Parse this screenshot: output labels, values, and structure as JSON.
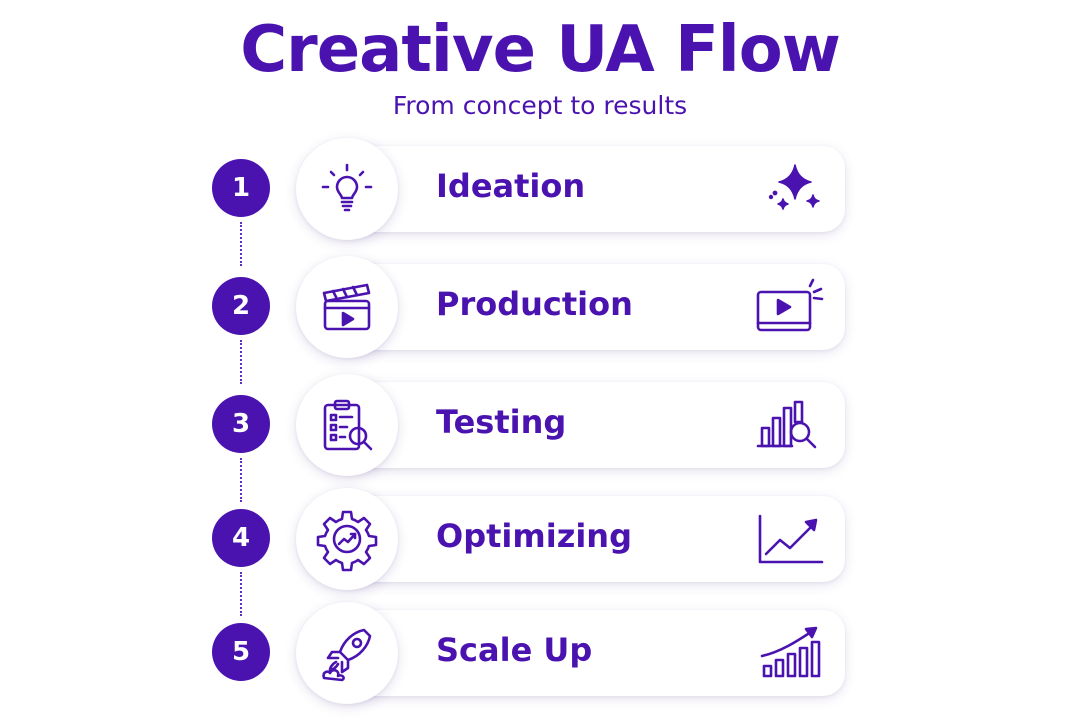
{
  "title": "Creative UA Flow",
  "subtitle": "From concept to results",
  "accent_color": "#4a13b0",
  "steps": [
    {
      "number": "1",
      "label": "Ideation",
      "left_icon": "lightbulb-icon",
      "right_icon": "sparkles-icon"
    },
    {
      "number": "2",
      "label": "Production",
      "left_icon": "clapperboard-icon",
      "right_icon": "video-player-icon"
    },
    {
      "number": "3",
      "label": "Testing",
      "left_icon": "checklist-search-icon",
      "right_icon": "bar-chart-search-icon"
    },
    {
      "number": "4",
      "label": "Optimizing",
      "left_icon": "gear-trend-icon",
      "right_icon": "trend-up-chart-icon"
    },
    {
      "number": "5",
      "label": "Scale Up",
      "left_icon": "rocket-icon",
      "right_icon": "growth-bars-icon"
    }
  ]
}
